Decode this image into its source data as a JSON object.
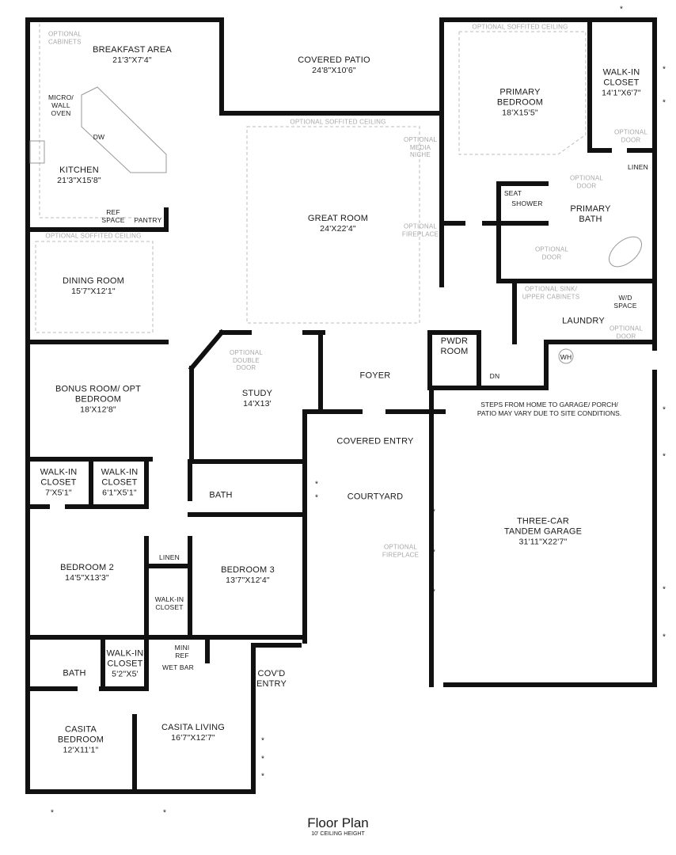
{
  "rooms": {
    "breakfast": {
      "name": "BREAKFAST AREA",
      "dims": "21'3\"X7'4\""
    },
    "covered_patio": {
      "name": "COVERED PATIO",
      "dims": "24'8\"X10'6\""
    },
    "primary_bedroom": {
      "name": "PRIMARY BEDROOM",
      "dims": "18'X15'5\""
    },
    "primary_wic": {
      "name": "WALK-IN CLOSET",
      "dims": "14'1\"X6'7\""
    },
    "kitchen": {
      "name": "KITCHEN",
      "dims": "21'3\"X15'8\""
    },
    "great_room": {
      "name": "GREAT ROOM",
      "dims": "24'X22'4\""
    },
    "primary_bath": {
      "name": "PRIMARY BATH"
    },
    "dining": {
      "name": "DINING ROOM",
      "dims": "15'7\"X12'1\""
    },
    "laundry": {
      "name": "LAUNDRY"
    },
    "pwdr": {
      "name": "PWDR ROOM"
    },
    "foyer": {
      "name": "FOYER"
    },
    "bonus": {
      "name": "BONUS ROOM/ OPT BEDROOM",
      "dims": "18'X12'8\""
    },
    "study": {
      "name": "STUDY",
      "dims": "14'X13'"
    },
    "covered_entry": {
      "name": "COVERED ENTRY"
    },
    "wic1": {
      "name": "WALK-IN CLOSET",
      "dims": "7'X5'1\""
    },
    "wic2": {
      "name": "WALK-IN CLOSET",
      "dims": "6'1\"X5'1\""
    },
    "bath": {
      "name": "BATH"
    },
    "courtyard": {
      "name": "COURTYARD"
    },
    "garage": {
      "name": "THREE-CAR TANDEM GARAGE",
      "dims": "31'11\"X22'7\""
    },
    "bedroom2": {
      "name": "BEDROOM 2",
      "dims": "14'5\"X13'3\""
    },
    "bedroom3": {
      "name": "BEDROOM 3",
      "dims": "13'7\"X12'4\""
    },
    "linen_hall": {
      "name": "LINEN"
    },
    "wic3": {
      "name": "WALK-IN CLOSET"
    },
    "casita_bath": {
      "name": "BATH"
    },
    "casita_wic": {
      "name": "WALK-IN CLOSET",
      "dims": "5'2\"X5'"
    },
    "casita_bedroom": {
      "name": "CASITA BEDROOM",
      "dims": "12'X11'1\""
    },
    "casita_living": {
      "name": "CASITA LIVING",
      "dims": "16'7\"X12'7\""
    },
    "covd_entry": {
      "name": "COV'D ENTRY"
    }
  },
  "fixtures": {
    "micro": "MICRO/ WALL OVEN",
    "dw": "DW",
    "ref": "REF SPACE",
    "pantry": "PANTRY",
    "seat": "SEAT",
    "shower": "SHOWER",
    "linen": "LINEN",
    "wd": "W/D SPACE",
    "wh": "WH",
    "dn": "DN",
    "mini_ref": "MINI REF",
    "wet_bar": "WET BAR"
  },
  "optional": {
    "cabinets": "OPTIONAL CABINETS",
    "soffit_great": "OPTIONAL SOFFITED CEILING",
    "soffit_primary": "OPTIONAL SOFFITED CEILING",
    "soffit_dining": "OPTIONAL SOFFITED CEILING",
    "media_niche": "OPTIONAL MEDIA NICHE",
    "fireplace": "OPTIONAL FIREPLACE",
    "door_wic": "OPTIONAL DOOR",
    "door_bath": "OPTIONAL DOOR",
    "door_toilet": "OPTIONAL DOOR",
    "sink": "OPTIONAL SINK/ UPPER CABINETS",
    "door_laundry": "OPTIONAL DOOR",
    "double_door": "OPTIONAL DOUBLE DOOR",
    "courtyard_fireplace": "OPTIONAL FIREPLACE"
  },
  "note": "STEPS FROM HOME TO GARAGE/ PORCH/ PATIO MAY VARY DUE TO SITE CONDITIONS.",
  "asterisk": "*",
  "footer": {
    "title": "Floor Plan",
    "subtitle": "10' CEILING HEIGHT"
  }
}
